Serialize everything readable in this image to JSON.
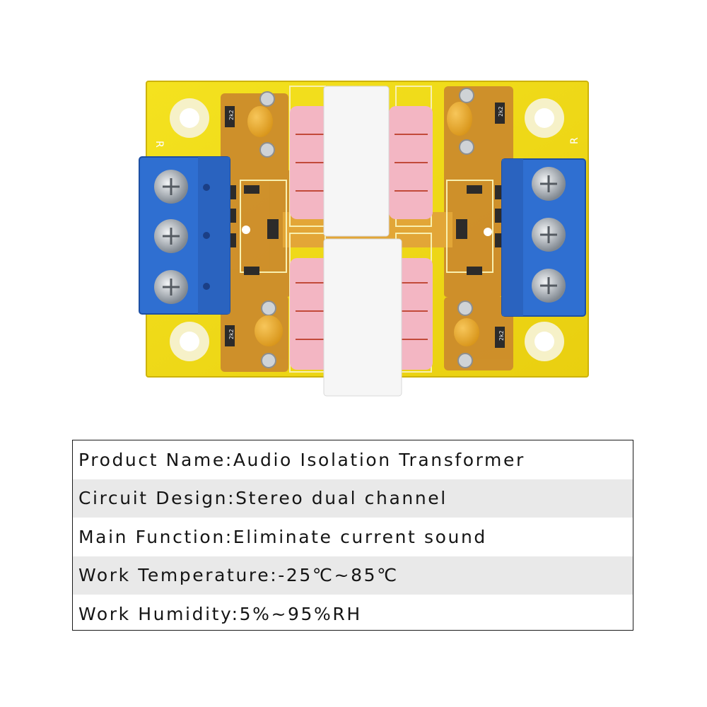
{
  "product_image": {
    "terminal_labels": [
      "R",
      "R"
    ],
    "resistor_marking": "2k2",
    "board_color": "#f2dc16",
    "terminal_color": "#2f6fd1",
    "transformer_band_color": "#f6f6f6",
    "transformer_body_color": "#f3b6c3"
  },
  "specs": [
    {
      "label": "Product Name:",
      "value": "Audio Isolation Transformer"
    },
    {
      "label": "Circuit Design:",
      "value": "Stereo dual channel"
    },
    {
      "label": "Main Function:",
      "value": "Eliminate current sound"
    },
    {
      "label": "Work Temperature:",
      "value": "-25℃~85℃"
    },
    {
      "label": "Work Humidity:",
      "value": "5%~95%RH"
    }
  ]
}
